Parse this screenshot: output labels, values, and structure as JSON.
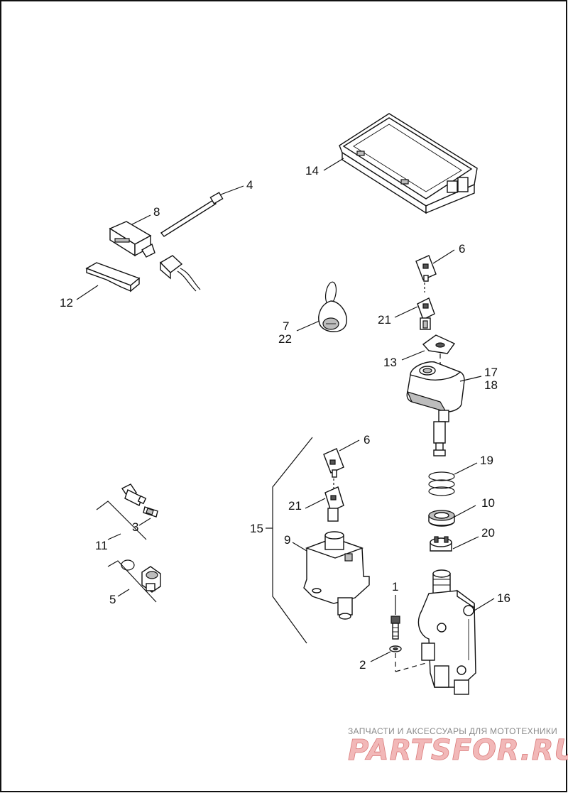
{
  "callouts": {
    "c1": "1",
    "c2": "2",
    "c3": "3",
    "c4": "4",
    "c5": "5",
    "c6a": "6",
    "c6b": "6",
    "c7": "7",
    "c8": "8",
    "c9": "9",
    "c10": "10",
    "c11": "11",
    "c12": "12",
    "c13": "13",
    "c14": "14",
    "c15": "15",
    "c16": "16",
    "c17": "17",
    "c18": "18",
    "c19": "19",
    "c20": "20",
    "c21a": "21",
    "c21b": "21",
    "c22": "22"
  },
  "watermark": {
    "tagline": "ЗАПЧАСТИ И АКСЕССУАРЫ ДЛЯ МОТОТЕХНИКИ",
    "logo": "PARTSFOR.RU"
  }
}
